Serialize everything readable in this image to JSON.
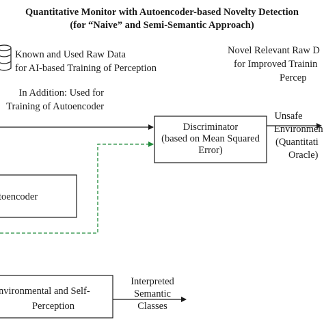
{
  "diagram": {
    "title_line1": "Quantitative Monitor with Autoencoder-based Novelty Detection",
    "title_line2": "(for “Naive” and Semi-Semantic Approach)",
    "raw_data": {
      "line1": "Known and Used Raw Data",
      "line2": "for AI-based Training of Perception"
    },
    "addition": {
      "line1": "In Addition: Used for",
      "line2": "Training of Autoencoder"
    },
    "novel_data": {
      "line1": "Novel Relevant Raw D",
      "line2": "for Improved Trainin",
      "line3": "Percep"
    },
    "discriminator": {
      "line1": "Discriminator",
      "line2": "(based on Mean Squared",
      "line3": "Error)"
    },
    "unsafe": {
      "line1": "Unsafe",
      "line2": "Environmen",
      "line3": "(Quantitati",
      "line4": "Oracle)"
    },
    "autoencoder": "toencoder",
    "perception": {
      "line1": "nvironmental and Self-",
      "line2": "Perception"
    },
    "semantic": {
      "line1": "Interpreted",
      "line2": "Semantic",
      "line3": "Classes"
    },
    "colors": {
      "dashed_line": "#1f8a3a",
      "stroke": "#1a1a1a"
    }
  }
}
